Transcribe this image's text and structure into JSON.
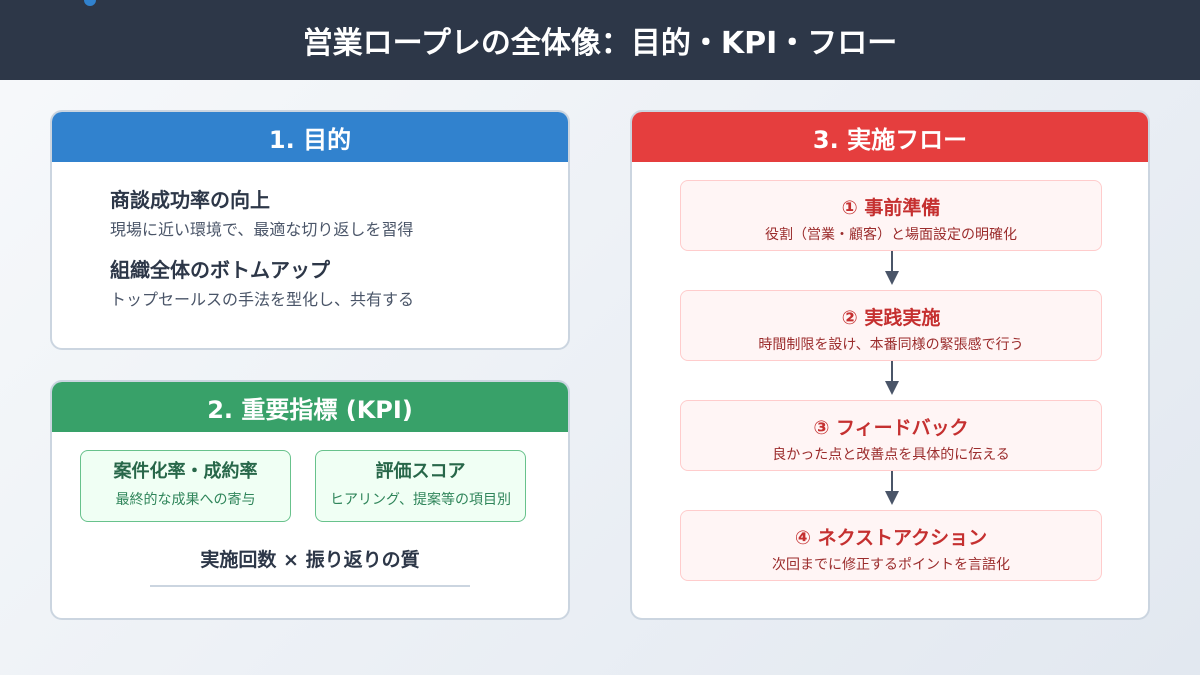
{
  "title": "営業ロープレの全体像：目的・KPI・フロー",
  "purpose": {
    "heading": "1. 目的",
    "items": [
      {
        "title": "商談成功率の向上",
        "desc": "現場に近い環境で、最適な切り返しを習得"
      },
      {
        "title": "組織全体のボトムアップ",
        "desc": "トップセールスの手法を型化し、共有する"
      }
    ]
  },
  "kpi": {
    "heading": "2. 重要指標 (KPI)",
    "items": [
      {
        "title": "案件化率・成約率",
        "desc": "最終的な成果への寄与"
      },
      {
        "title": "評価スコア",
        "desc": "ヒアリング、提案等の項目別"
      }
    ],
    "formula": "実施回数 × 振り返りの質"
  },
  "flow": {
    "heading": "3. 実施フロー",
    "steps": [
      {
        "title": "① 事前準備",
        "desc": "役割（営業・顧客）と場面設定の明確化"
      },
      {
        "title": "② 実践実施",
        "desc": "時間制限を設け、本番同様の緊張感で行う"
      },
      {
        "title": "③ フィードバック",
        "desc": "良かった点と改善点を具体的に伝える"
      },
      {
        "title": "④ ネクストアクション",
        "desc": "次回までに修正するポイントを言語化"
      }
    ]
  },
  "colors": {
    "header": "#2d3748",
    "purpose": "#3182ce",
    "kpi": "#38a169",
    "flow": "#e53e3e"
  }
}
